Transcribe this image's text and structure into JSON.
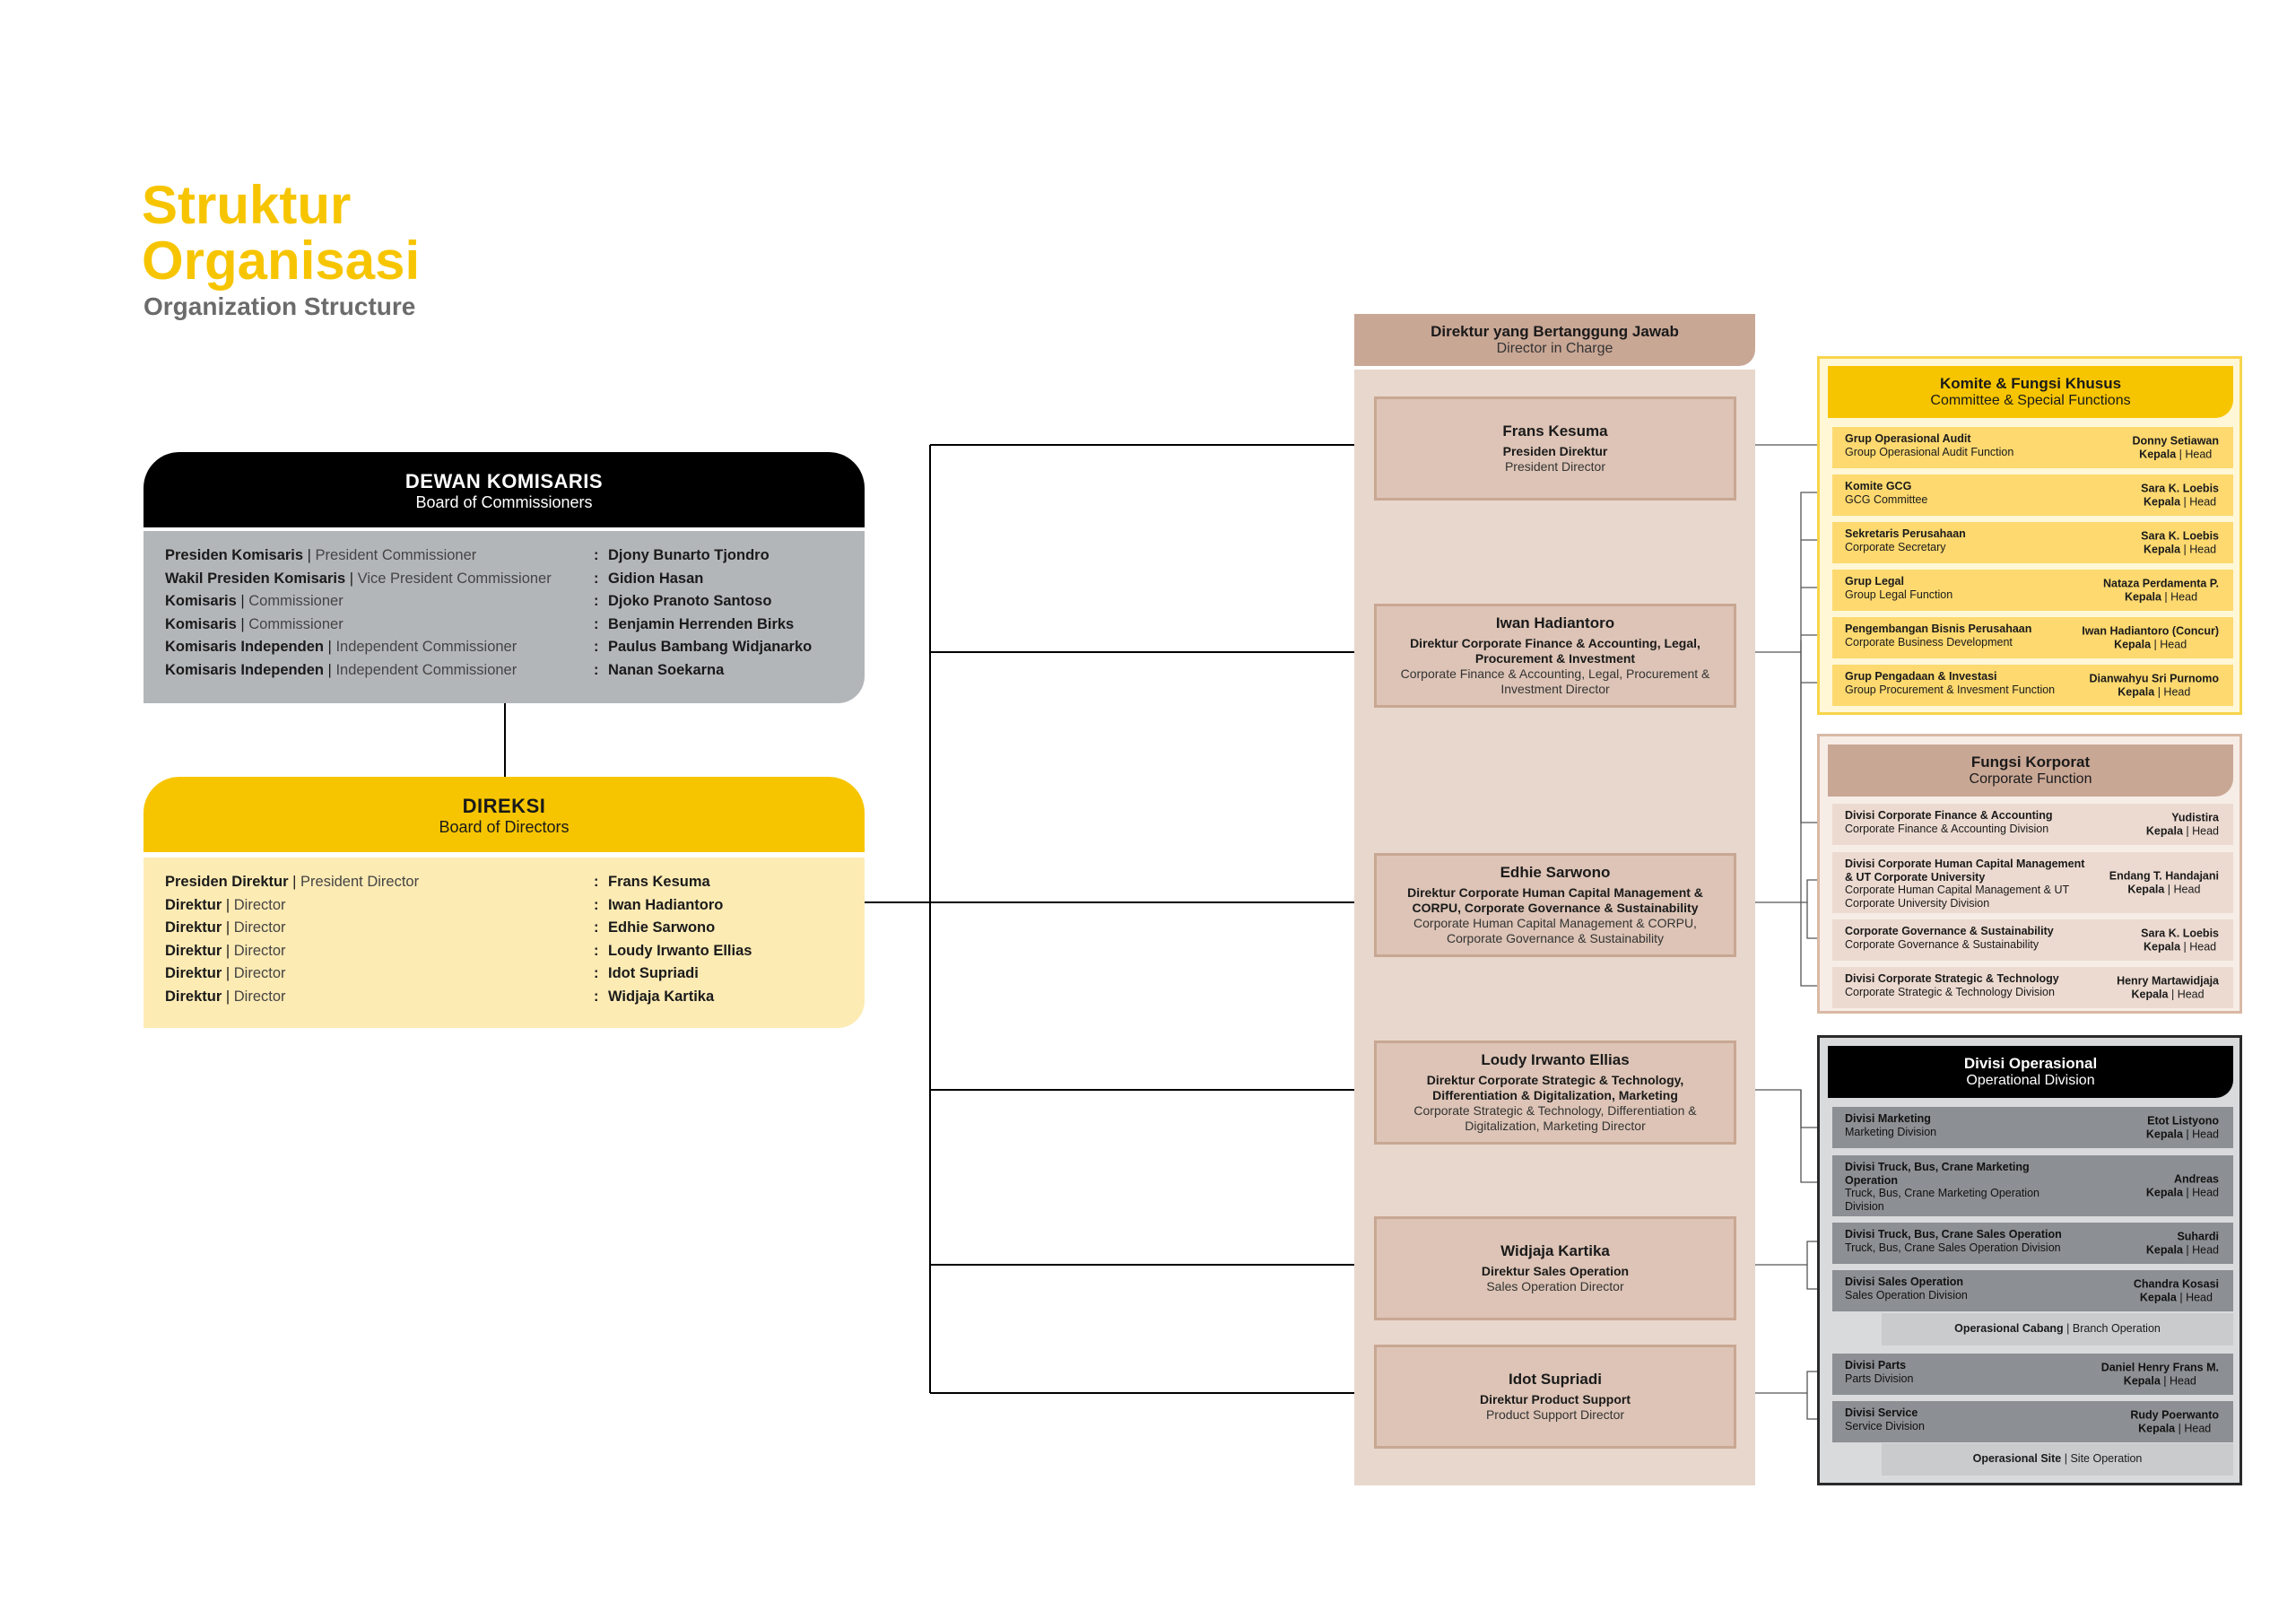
{
  "title": {
    "main_line1": "Struktur",
    "main_line2": "Organisasi",
    "sub": "Organization Structure"
  },
  "commissioners": {
    "title": "DEWAN KOMISARIS",
    "subtitle": "Board of Commissioners",
    "rows": [
      {
        "role": "Presiden Komisaris",
        "sep": " | ",
        "role_en": "President Commissioner",
        "name": "Djony Bunarto Tjondro"
      },
      {
        "role": "Wakil Presiden Komisaris",
        "sep": " | ",
        "role_en": "Vice President Commissioner",
        "name": "Gidion Hasan"
      },
      {
        "role": "Komisaris",
        "sep": " | ",
        "role_en": "Commissioner",
        "name": "Djoko Pranoto Santoso"
      },
      {
        "role": "Komisaris",
        "sep": " | ",
        "role_en": "Commissioner",
        "name": "Benjamin Herrenden Birks"
      },
      {
        "role": "Komisaris Independen",
        "sep": " | ",
        "role_en": "Independent Commissioner",
        "name": "Paulus Bambang Widjanarko"
      },
      {
        "role": "Komisaris Independen",
        "sep": " | ",
        "role_en": "Independent Commissioner",
        "name": "Nanan Soekarna"
      }
    ]
  },
  "directors": {
    "title": "DIREKSI",
    "subtitle": "Board of Directors",
    "rows": [
      {
        "role": "Presiden Direktur",
        "sep": " | ",
        "role_en": "President Director",
        "name": "Frans Kesuma"
      },
      {
        "role": "Direktur",
        "sep": " | ",
        "role_en": "Director",
        "name": "Iwan Hadiantoro"
      },
      {
        "role": "Direktur",
        "sep": " | ",
        "role_en": "Director",
        "name": "Edhie Sarwono"
      },
      {
        "role": "Direktur",
        "sep": " | ",
        "role_en": "Director",
        "name": "Loudy Irwanto Ellias"
      },
      {
        "role": "Direktur",
        "sep": " | ",
        "role_en": "Director",
        "name": "Idot Supriadi"
      },
      {
        "role": "Direktur",
        "sep": " | ",
        "role_en": "Director",
        "name": "Widjaja Kartika"
      }
    ]
  },
  "colon": ":",
  "director_in_charge": {
    "title": "Direktur yang Bertanggung Jawab",
    "subtitle": "Director in Charge",
    "boxes": [
      {
        "name": "Frans Kesuma",
        "title_id": "Presiden Direktur",
        "title_en": "President Director"
      },
      {
        "name": "Iwan Hadiantoro",
        "title_id": "Direktur Corporate Finance & Accounting, Legal, Procurement & Investment",
        "title_en": "Corporate Finance & Accounting, Legal, Procurement & Investment Director"
      },
      {
        "name": "Edhie Sarwono",
        "title_id": "Direktur Corporate Human Capital Management & CORPU, Corporate Governance & Sustainability",
        "title_en": "Corporate Human Capital Management & CORPU, Corporate Governance & Sustainability"
      },
      {
        "name": "Loudy Irwanto Ellias",
        "title_id": "Direktur Corporate Strategic & Technology, Differentiation & Digitalization, Marketing",
        "title_en": "Corporate Strategic & Technology, Differentiation & Digitalization, Marketing Director"
      },
      {
        "name": "Widjaja Kartika",
        "title_id": "Direktur Sales Operation",
        "title_en": "Sales Operation Director"
      },
      {
        "name": "Idot Supriadi",
        "title_id": "Direktur Product Support",
        "title_en": "Product Support Director"
      }
    ]
  },
  "head_label": {
    "id": "Kepala",
    "sep": " | ",
    "en": "Head"
  },
  "committee": {
    "title": "Komite & Fungsi Khusus",
    "subtitle": "Committee & Special Functions",
    "rows": [
      {
        "id": "Grup Operasional Audit",
        "en": "Group Operasional Audit Function",
        "name": "Donny Setiawan"
      },
      {
        "id": "Komite GCG",
        "en": "GCG Committee",
        "name": "Sara K. Loebis"
      },
      {
        "id": "Sekretaris Perusahaan",
        "en": "Corporate Secretary",
        "name": "Sara K. Loebis"
      },
      {
        "id": "Grup Legal",
        "en": "Group Legal Function",
        "name": "Nataza Perdamenta P."
      },
      {
        "id": "Pengembangan Bisnis Perusahaan",
        "en": "Corporate Business Development",
        "name": "Iwan Hadiantoro (Concur)"
      },
      {
        "id": "Grup Pengadaan & Investasi",
        "en": "Group Procurement & Invesment Function",
        "name": "Dianwahyu Sri Purnomo"
      }
    ]
  },
  "corporate": {
    "title": "Fungsi Korporat",
    "subtitle": "Corporate Function",
    "rows": [
      {
        "id": "Divisi Corporate Finance & Accounting",
        "en": "Corporate Finance & Accounting Division",
        "name": "Yudistira"
      },
      {
        "id": "Divisi Corporate Human Capital Management & UT Corporate University",
        "en": "Corporate Human Capital Management & UT Corporate University Division",
        "name": "Endang T. Handajani"
      },
      {
        "id": "Corporate Governance & Sustainability",
        "en": "Corporate Governance & Sustainability",
        "name": "Sara K. Loebis"
      },
      {
        "id": "Divisi Corporate Strategic & Technology",
        "en": "Corporate Strategic & Technology Division",
        "name": "Henry Martawidjaja"
      }
    ]
  },
  "operational": {
    "title": "Divisi Operasional",
    "subtitle": "Operational Division",
    "rows": [
      {
        "id": "Divisi Marketing",
        "en": "Marketing Division",
        "name": "Etot Listyono"
      },
      {
        "id": "Divisi Truck, Bus, Crane Marketing Operation",
        "en": "Truck, Bus, Crane Marketing Operation Division",
        "name": "Andreas"
      },
      {
        "id": "Divisi Truck, Bus, Crane Sales Operation",
        "en": "Truck, Bus, Crane Sales Operation Division",
        "name": "Suhardi"
      },
      {
        "id": "Divisi Sales Operation",
        "en": "Sales Operation Division",
        "name": "Chandra Kosasi"
      },
      {
        "id": "Divisi Parts",
        "en": "Parts Division",
        "name": "Daniel Henry Frans M."
      },
      {
        "id": "Divisi Service",
        "en": "Service Division",
        "name": "Rudy Poerwanto"
      }
    ],
    "sub_branch": {
      "id": "Operasional Cabang",
      "sep": " | ",
      "en": "Branch Operation"
    },
    "sub_site": {
      "id": "Operasional Site",
      "sep": " | ",
      "en": "Site Operation"
    }
  },
  "colors": {
    "yellow": "#f7c500",
    "black": "#000000",
    "gray_body": "#b3b6b9",
    "light_yellow": "#fdebb4",
    "tan": "#c9a795",
    "tan_light": "#e8d7cc",
    "tan_box": "#ddc4b6",
    "committee_row": "#fdd96f",
    "corporate_row": "#ecdad0",
    "operational_row": "#8c8f93"
  }
}
